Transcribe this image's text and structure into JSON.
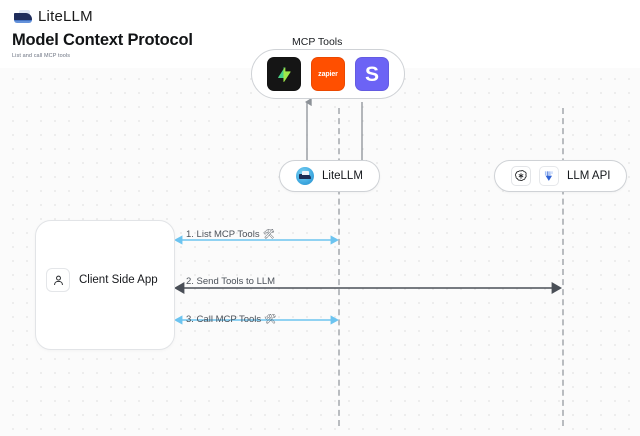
{
  "header": {
    "brand": "LiteLLM",
    "brand_icon": "litellm-boat-logo",
    "title": "Model Context Protocol",
    "subtitle": "List and call MCP tools"
  },
  "diagram": {
    "mcp_group": {
      "title": "MCP Tools",
      "tools": [
        {
          "name": "supabase",
          "label": "",
          "color": "#151515",
          "accent": "#3ecf8e"
        },
        {
          "name": "zapier",
          "label": "zapier",
          "color": "#ff4f00",
          "accent": "#ffffff"
        },
        {
          "name": "slack",
          "label": "S",
          "color": "#6c63f5",
          "accent": "#ffffff"
        }
      ]
    },
    "nodes": [
      {
        "id": "litellm",
        "label": "LiteLLM",
        "icon": "litellm-avatar-icon"
      },
      {
        "id": "llm-api",
        "label": "LLM API",
        "icons": [
          "openai-icon",
          "gemini-icon"
        ]
      },
      {
        "id": "client",
        "label": "Client Side App",
        "icon": "person-icon"
      }
    ],
    "messages": [
      {
        "index": "1.",
        "text": "1. List MCP Tools",
        "tool_icon": "🛠",
        "color": "#6cc4f0"
      },
      {
        "index": "2.",
        "text": "2. Send Tools to LLM",
        "tool_icon": "",
        "color": "#4a4f57"
      },
      {
        "index": "3.",
        "text": "3. Call MCP Tools",
        "tool_icon": "🛠",
        "color": "#6cc4f0"
      }
    ],
    "colors": {
      "accent_blue": "#6cc4f0",
      "dark_arrow": "#4a4f57",
      "lifeline": "#b9bcc0",
      "canvas": "#fbfbfb",
      "dot_grid": "#e8e8e8"
    }
  }
}
